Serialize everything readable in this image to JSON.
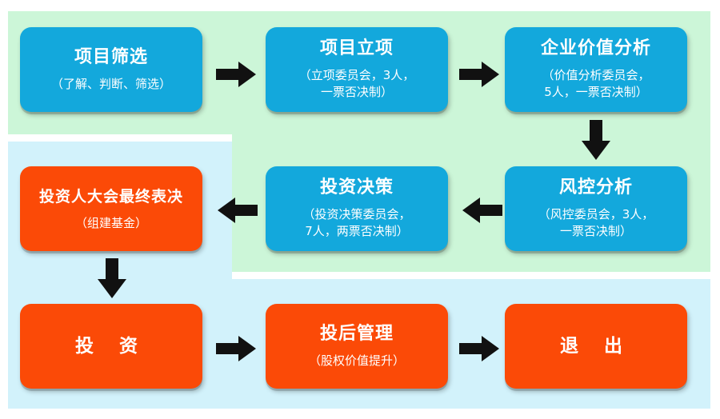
{
  "colors": {
    "process_blue": "#13a8dc",
    "decision_orange": "#fb4a07",
    "region_green": "#ccf6d8",
    "region_blue": "#d2f2fb",
    "arrow": "#111111"
  },
  "steps": [
    {
      "title": "项目筛选",
      "sub": [
        "（了解、判断、筛选）"
      ]
    },
    {
      "title": "项目立项",
      "sub": [
        "（立项委员会，3人，",
        "一票否决制）"
      ]
    },
    {
      "title": "企业价值分析",
      "sub": [
        "（价值分析委员会，",
        "5人，一票否决制）"
      ]
    },
    {
      "title": "风控分析",
      "sub": [
        "（风控委员会，3人，",
        "一票否决制）"
      ]
    },
    {
      "title": "投资决策",
      "sub": [
        "（投资决策委员会，",
        "7人，两票否决制）"
      ]
    },
    {
      "title": "投资人大会最终表决",
      "sub": [
        "（组建基金）"
      ]
    },
    {
      "title": "投 资",
      "sub": []
    },
    {
      "title": "投后管理",
      "sub": [
        "（股权价值提升）"
      ]
    },
    {
      "title": "退 出",
      "sub": []
    }
  ]
}
